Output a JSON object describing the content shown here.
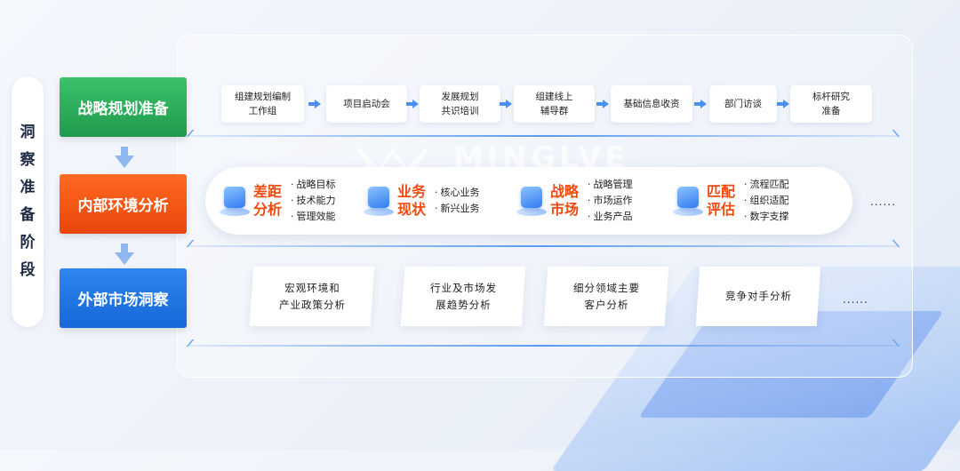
{
  "sidebar": {
    "label": [
      "洞",
      "察",
      "准",
      "备",
      "阶",
      "段"
    ]
  },
  "phases": [
    {
      "label": "战略规划准备",
      "color": "#2aa85a"
    },
    {
      "label": "内部环境分析",
      "color": "#f25a16"
    },
    {
      "label": "外部市场洞察",
      "color": "#1f76e6"
    }
  ],
  "steps": [
    "组建规划编制\n工作组",
    "项目启动会",
    "发展规划\n共识培训",
    "组建线上\n辅导群",
    "基础信息收资",
    "部门访谈",
    "标杆研究\n准备"
  ],
  "internal": [
    {
      "title": "差距分析",
      "items": [
        "战略目标",
        "技术能力",
        "管理效能"
      ],
      "icon": "target-icon"
    },
    {
      "title": "业务现状",
      "items": [
        "核心业务",
        "新兴业务"
      ],
      "icon": "check-icon"
    },
    {
      "title": "战略市场",
      "items": [
        "战略管理",
        "市场运作",
        "业务产品"
      ],
      "icon": "flag-icon"
    },
    {
      "title": "匹配评估",
      "items": [
        "流程匹配",
        "组织适配",
        "数字支撑"
      ],
      "icon": "rocket-icon"
    }
  ],
  "internal_more": "......",
  "external": [
    "宏观环境和\n产业政策分析",
    "行业及市场发\n展趋势分析",
    "细分领域主要\n客户分析",
    "竞争对手分析"
  ],
  "external_more": "......",
  "watermark": "MINGLVE",
  "colors": {
    "accent_orange": "#f04a0f",
    "accent_blue": "#4a90f0"
  }
}
